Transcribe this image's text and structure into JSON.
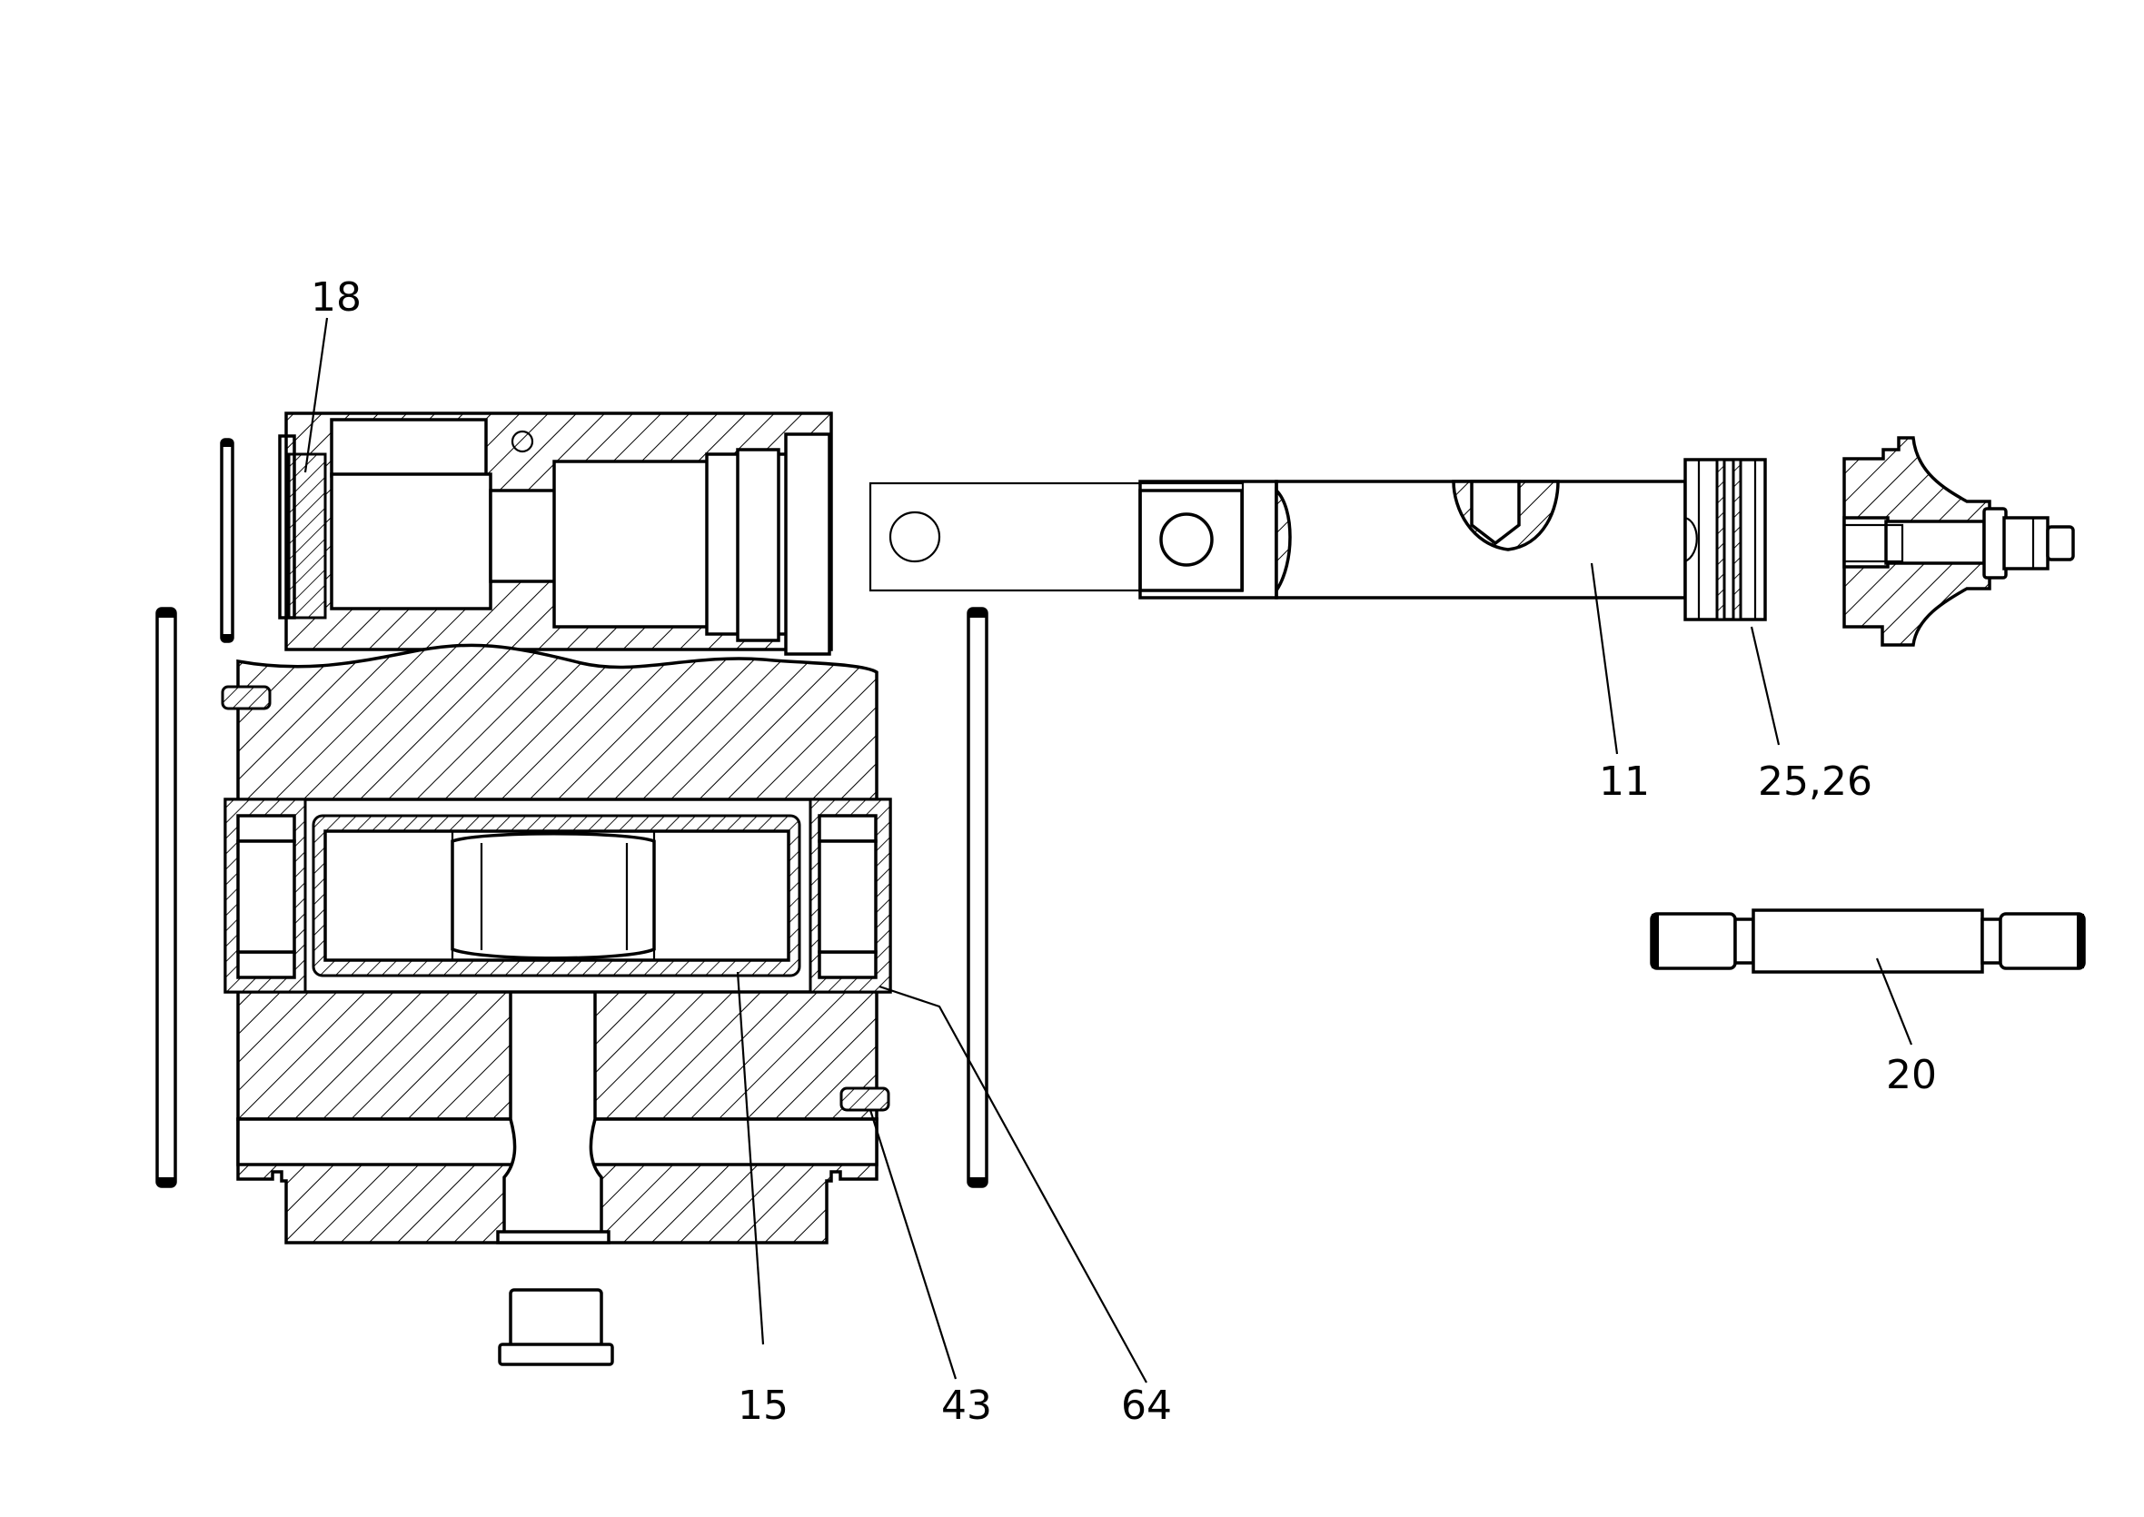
{
  "labels": {
    "l18": "18",
    "l11": "11",
    "l2526": "25,26",
    "l20": "20",
    "l15": "15",
    "l43": "43",
    "l64": "64"
  }
}
